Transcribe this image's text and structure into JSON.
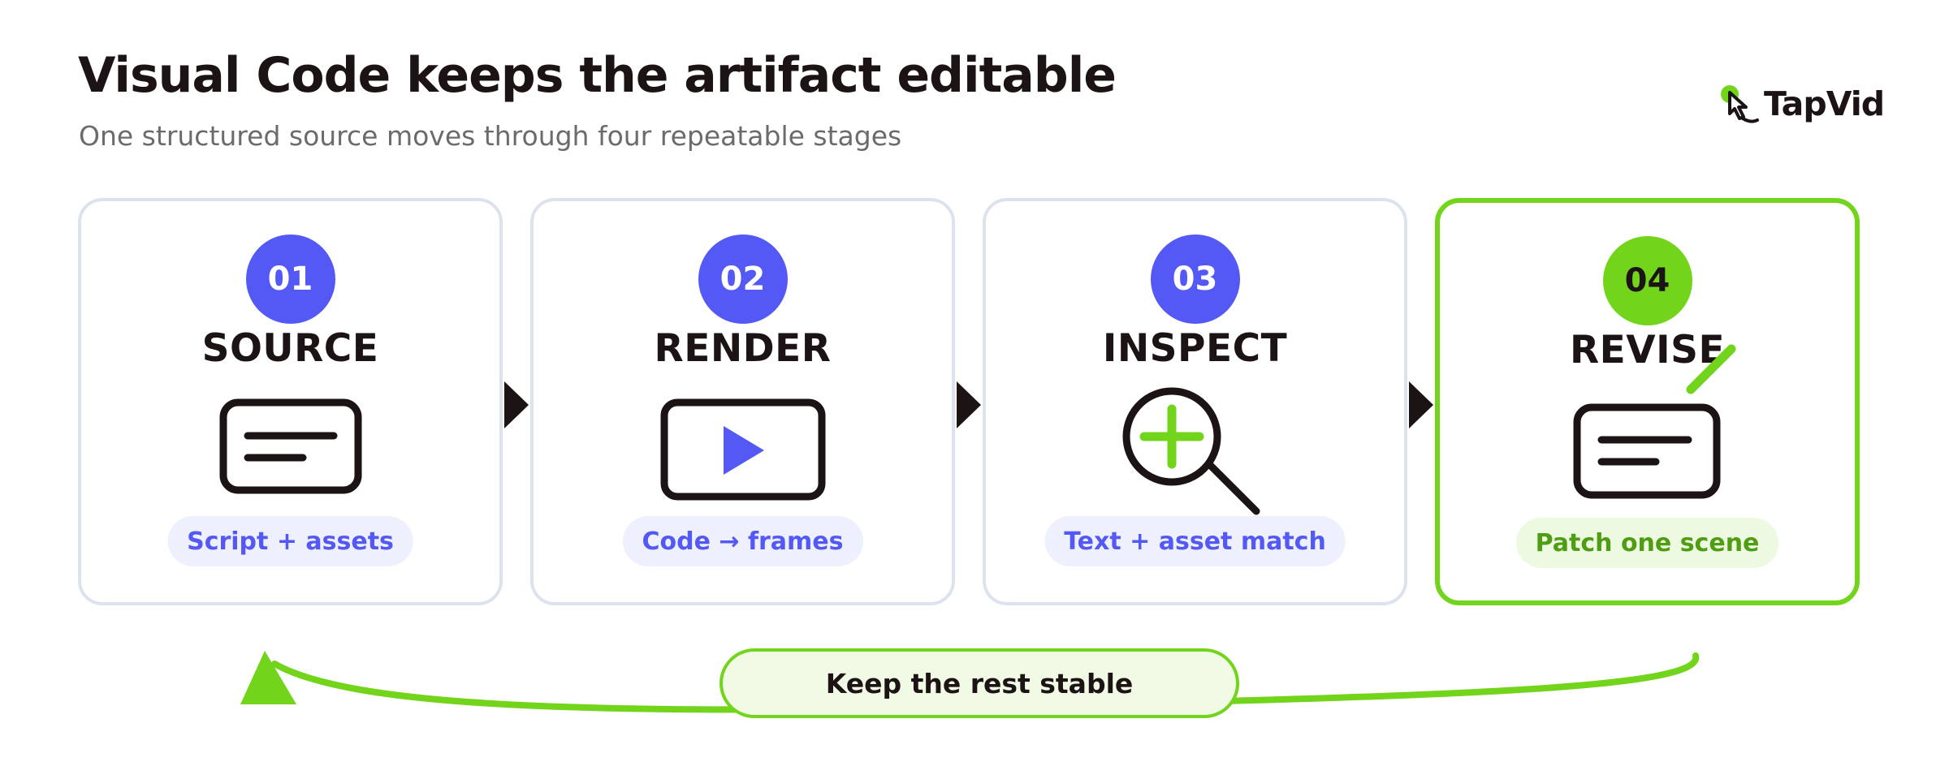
{
  "header": {
    "title": "Visual Code keeps the artifact editable",
    "subtitle": "One structured source moves through four repeatable stages"
  },
  "brand": {
    "name": "TapVid",
    "icon": "pointer-hand-icon"
  },
  "stages": [
    {
      "number": "01",
      "label": "SOURCE",
      "caption": "Script + assets",
      "icon": "script-card-icon"
    },
    {
      "number": "02",
      "label": "RENDER",
      "caption": "Code → frames",
      "icon": "play-frame-icon"
    },
    {
      "number": "03",
      "label": "INSPECT",
      "caption": "Text + asset match",
      "icon": "magnifier-plus-icon"
    },
    {
      "number": "04",
      "label": "REVISE",
      "caption": "Patch one scene",
      "icon": "edit-card-icon",
      "highlighted": true
    }
  ],
  "loop": {
    "label": "Keep the rest stable"
  },
  "colors": {
    "accent_blue": "#5459f5",
    "accent_green": "#72d41b",
    "caption_green": "#4f9d12",
    "ink": "#1c1414",
    "card_border": "#dde3ee"
  }
}
